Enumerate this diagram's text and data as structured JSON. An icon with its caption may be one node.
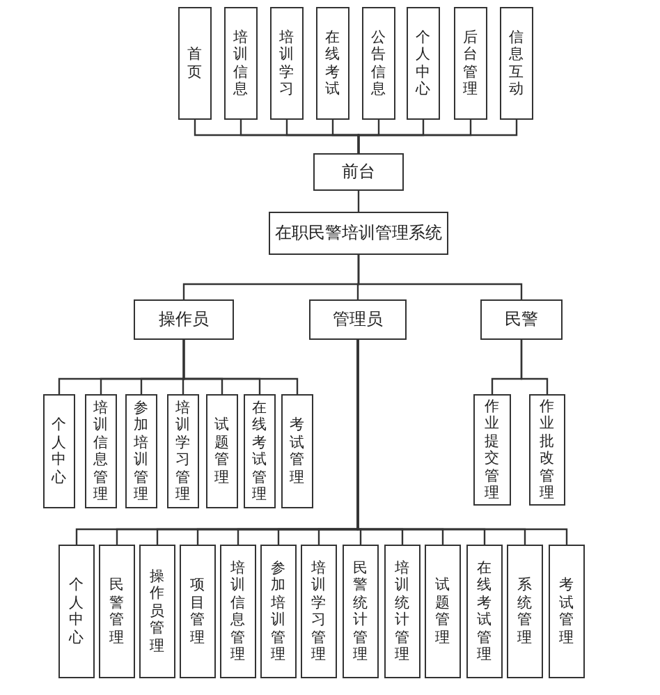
{
  "diagram": {
    "nodes": [
      {
        "text": [
          "首页"
        ]
      },
      {
        "text": [
          "培训信息"
        ]
      },
      {
        "text": [
          "培训学习"
        ]
      },
      {
        "text": [
          "在线考试"
        ]
      },
      {
        "text": [
          "公告信息"
        ]
      },
      {
        "text": [
          "个人中心"
        ]
      },
      {
        "text": [
          "后台管理"
        ]
      },
      {
        "text": [
          "信息互动"
        ]
      },
      {
        "text": [
          "前台"
        ]
      },
      {
        "text": [
          "在职民警培训管理系统"
        ]
      },
      {
        "text": [
          "操作员"
        ]
      },
      {
        "text": [
          "管理员"
        ]
      },
      {
        "text": [
          "民警"
        ]
      },
      {
        "text": [
          "个人中心"
        ]
      },
      {
        "text": [
          "培训信息管理"
        ]
      },
      {
        "text": [
          "参加培训管理"
        ]
      },
      {
        "text": [
          "培训学习管理"
        ]
      },
      {
        "text": [
          "试题管理"
        ]
      },
      {
        "text": [
          "在线考试管理"
        ]
      },
      {
        "text": [
          "考试管理"
        ]
      },
      {
        "text": [
          "作业提交管理"
        ]
      },
      {
        "text": [
          "作业批改管理"
        ]
      },
      {
        "text": [
          "个人中心"
        ]
      },
      {
        "text": [
          "民警管理"
        ]
      },
      {
        "text": [
          "操作员管理"
        ]
      },
      {
        "text": [
          "项目管理"
        ]
      },
      {
        "text": [
          "培训信息管理"
        ]
      },
      {
        "text": [
          "参加培训管理"
        ]
      },
      {
        "text": [
          "培训学习管理"
        ]
      },
      {
        "text": [
          "民警统计管理"
        ]
      },
      {
        "text": [
          "培训统计管理"
        ]
      },
      {
        "text": [
          "试题管理"
        ]
      },
      {
        "text": [
          "在线考试管理"
        ]
      },
      {
        "text": [
          "系统管理"
        ]
      },
      {
        "text": [
          "考试管理"
        ]
      }
    ],
    "edges": [
      {
        "from": 8,
        "to": 0,
        "arrow": "none"
      },
      {
        "from": 8,
        "to": 1,
        "arrow": "none"
      },
      {
        "from": 8,
        "to": 2,
        "arrow": "none"
      },
      {
        "from": 8,
        "to": 3,
        "arrow": "none"
      },
      {
        "from": 8,
        "to": 4,
        "arrow": "none"
      },
      {
        "from": 8,
        "to": 5,
        "arrow": "none"
      },
      {
        "from": 8,
        "to": 6,
        "arrow": "none"
      },
      {
        "from": 8,
        "to": 7,
        "arrow": "none"
      },
      {
        "from": 8,
        "to": 9,
        "arrow": "none"
      },
      {
        "from": 9,
        "to": 10,
        "arrow": "none"
      },
      {
        "from": 9,
        "to": 11,
        "arrow": "none"
      },
      {
        "from": 9,
        "to": 12,
        "arrow": "none"
      },
      {
        "from": 10,
        "to": 13,
        "arrow": "none"
      },
      {
        "from": 10,
        "to": 14,
        "arrow": "none"
      },
      {
        "from": 10,
        "to": 15,
        "arrow": "none"
      },
      {
        "from": 10,
        "to": 16,
        "arrow": "none"
      },
      {
        "from": 10,
        "to": 17,
        "arrow": "none"
      },
      {
        "from": 10,
        "to": 18,
        "arrow": "none"
      },
      {
        "from": 10,
        "to": 19,
        "arrow": "none"
      },
      {
        "from": 12,
        "to": 20,
        "arrow": "none"
      },
      {
        "from": 12,
        "to": 21,
        "arrow": "none"
      },
      {
        "from": 11,
        "to": 22,
        "arrow": "none"
      },
      {
        "from": 11,
        "to": 23,
        "arrow": "none"
      },
      {
        "from": 11,
        "to": 24,
        "arrow": "none"
      },
      {
        "from": 11,
        "to": 25,
        "arrow": "none"
      },
      {
        "from": 11,
        "to": 26,
        "arrow": "none"
      },
      {
        "from": 11,
        "to": 27,
        "arrow": "none"
      },
      {
        "from": 11,
        "to": 28,
        "arrow": "none"
      },
      {
        "from": 11,
        "to": 29,
        "arrow": "none"
      },
      {
        "from": 11,
        "to": 30,
        "arrow": "none"
      },
      {
        "from": 11,
        "to": 31,
        "arrow": "none"
      },
      {
        "from": 11,
        "to": 32,
        "arrow": "none"
      },
      {
        "from": 11,
        "to": 33,
        "arrow": "none"
      },
      {
        "from": 11,
        "to": 34,
        "arrow": "none"
      }
    ]
  }
}
